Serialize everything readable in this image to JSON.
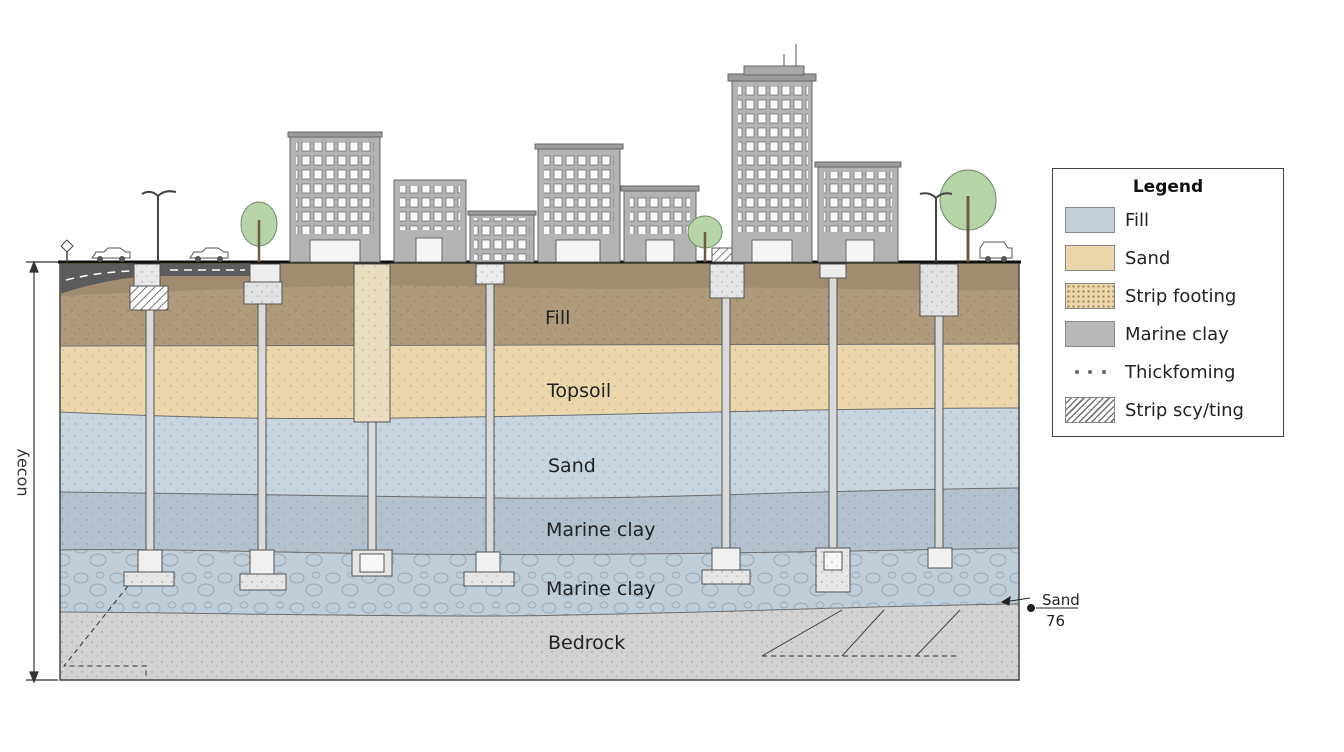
{
  "layer_labels": {
    "fill": "Fill",
    "topsoil": "Topsoil",
    "sand": "Sand",
    "marine_clay_1": "Marine clay",
    "marine_clay_2": "Marine clay",
    "bedrock": "Bedrock"
  },
  "left_axis_label": "ʎecon",
  "side_note": {
    "label": "Sand",
    "value": "76"
  },
  "legend": {
    "title": "Legend",
    "items": [
      {
        "label": "Fill",
        "icon": "fill-swatch"
      },
      {
        "label": "Sand",
        "icon": "sand-swatch"
      },
      {
        "label": "Strip footing",
        "icon": "strip-footing-swatch"
      },
      {
        "label": "Marine clay",
        "icon": "marine-clay-swatch"
      },
      {
        "label": "Thickfoming",
        "icon": "dots-symbol"
      },
      {
        "label": "Strip scy/ting",
        "icon": "hatch-swatch"
      }
    ]
  },
  "colors": {
    "fill": "#b09a7c",
    "topsoil": "#ecd7ac",
    "sand": "#c8d5df",
    "marine_clay": "#b3c0cd",
    "marine_clay_lower": "#bfcdd9",
    "bedrock": "#d2d2d2",
    "building": "#b3b3b3"
  }
}
